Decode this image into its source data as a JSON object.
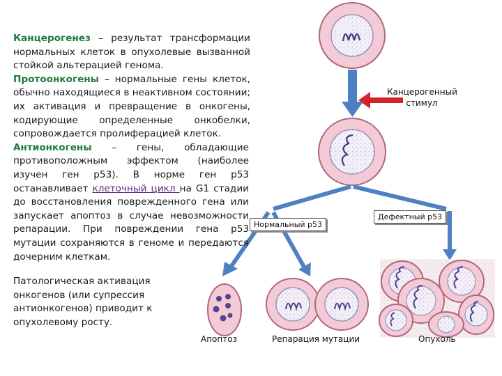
{
  "text": {
    "term_carcinogenesis": "Канцерогенез",
    "def_carcinogenesis": " – результат трансформации нормальных клеток в опухолевые вызванной стойкой альтерацией генома.",
    "term_protooncogenes": "Протоонкогены",
    "def_protooncogenes": " – нормальные гены клеток, обычно находящиеся в неактивном состоянии; их активация и превращение в онкогены, кодирующие определенные онкобелки, сопровождается пролиферацией клеток.",
    "term_antioncogenes": "Антионкогены",
    "def_antioncogenes_1": " – гены, обладающие противоположным эффектом (наиболее изучен ген p53). В норме ген p53 останавливает ",
    "link_cell_cycle": "клеточный цикл ",
    "def_antioncogenes_2": "на G1 стадии до восстановления поврежденного гена или запускает апоптоз в случае невозможности репарации. При повреждении гена p53 мутации сохраняются в геноме и передаются дочерним клеткам.",
    "pathology": "Патологическая активация онкогенов (или супрессия антионкогенов) приводит к опухолевому росту."
  },
  "diagram": {
    "stimulus_label": "Канцерогенный стимул",
    "normal_p53_label": "Нормальный p53",
    "defective_p53_label": "Дефектный p53",
    "apoptosis_label": "Апоптоз",
    "repair_label": "Репарация мутации",
    "tumor_label": "Опухоль"
  },
  "colors": {
    "cell_fill": "#f3cbd6",
    "cell_stroke": "#b1667d",
    "nucleus_fill": "#f5f2fa",
    "chromosome": "#4b3f8a",
    "arrow_blue": "#4f80c2",
    "arrow_red": "#d2222a",
    "apoptotic_body": "#5a3f96",
    "tumor_bg": "#f6ecee"
  }
}
